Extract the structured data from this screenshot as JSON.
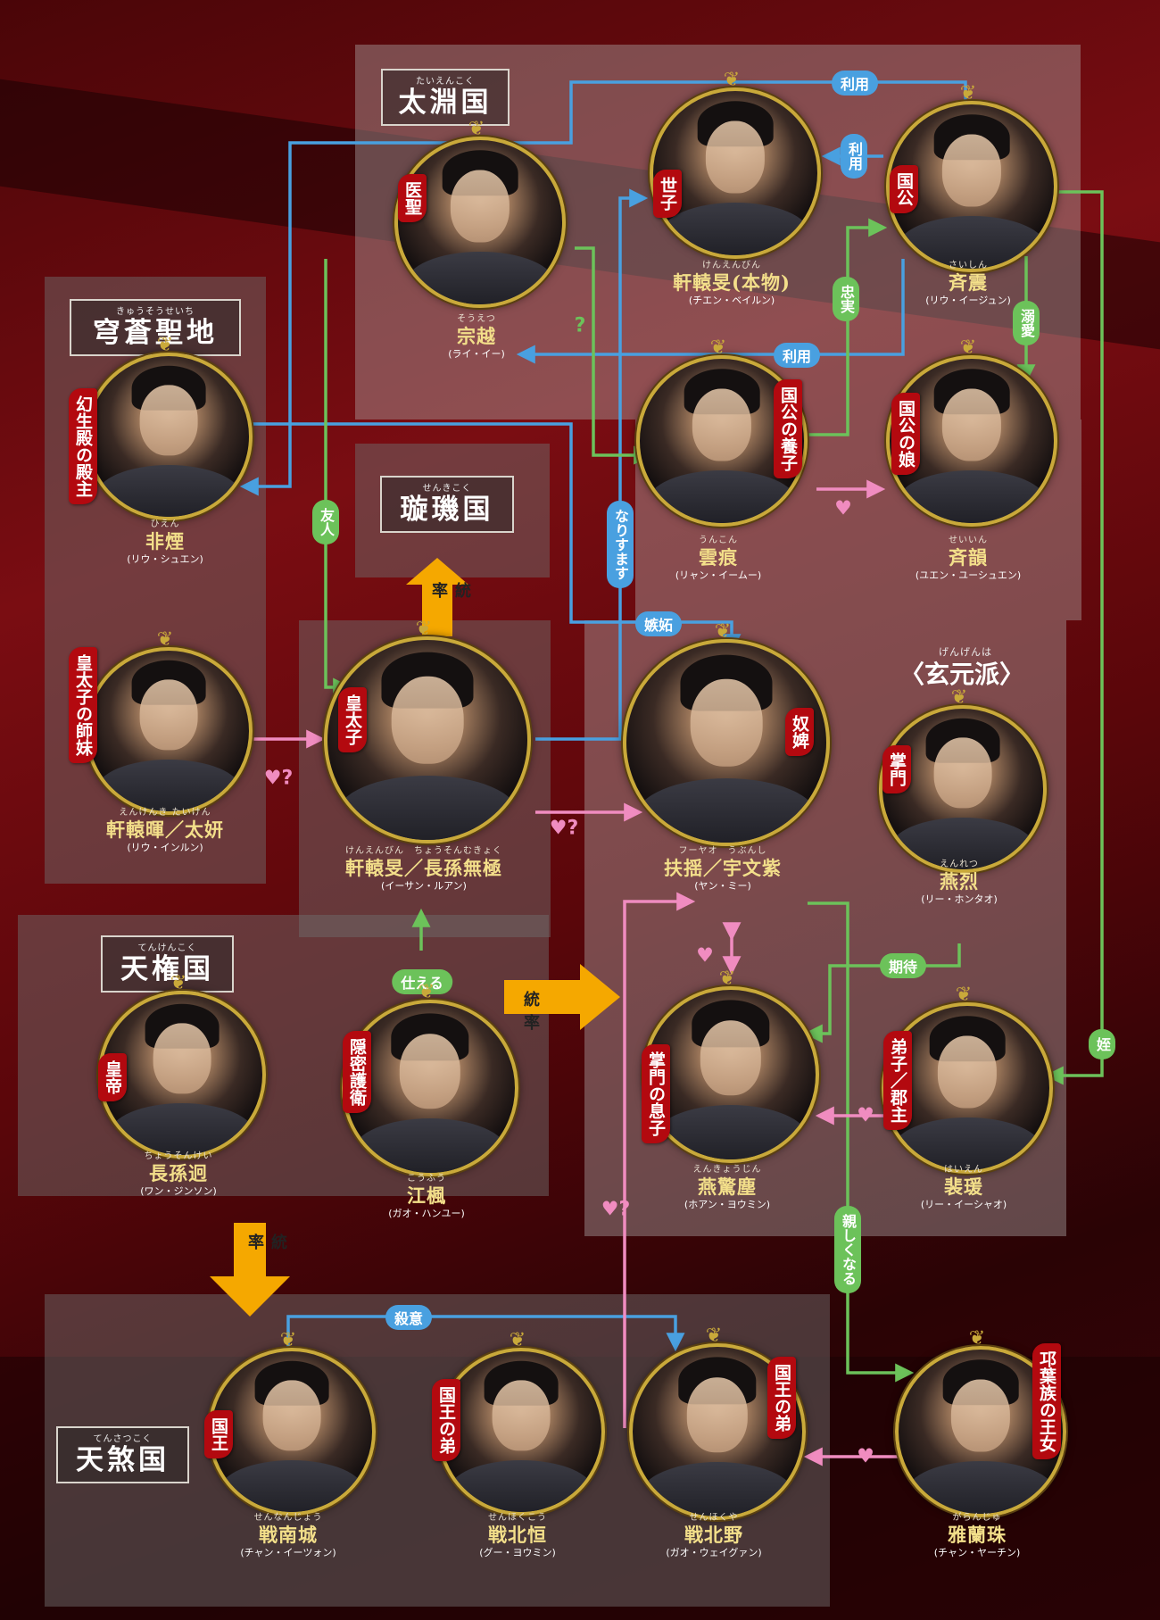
{
  "colors": {
    "blue": "#49a0e0",
    "green": "#6cc25a",
    "pink": "#f08cc0",
    "orange": "#f5a800",
    "tag_red": "#b3090f",
    "name_gold": "#f3df8a"
  },
  "kingdoms": [
    {
      "id": "taien",
      "ruby": "たいえんこく",
      "name": "太淵国"
    },
    {
      "id": "kyuso",
      "ruby": "きゅうそうせいち",
      "name": "穹蒼聖地"
    },
    {
      "id": "senki",
      "ruby": "せんきこく",
      "name": "璇璣国"
    },
    {
      "id": "tenken",
      "ruby": "てんけんこく",
      "name": "天権国"
    },
    {
      "id": "tensatsu",
      "ruby": "てんさつこく",
      "name": "天煞国"
    }
  ],
  "genmon": {
    "ruby": "げんげんは",
    "name": "〈玄元派〉"
  },
  "characters": [
    {
      "id": "soetsu",
      "role": "医聖",
      "ruby": "そうえつ",
      "name": "宗越",
      "actor": "(ライ・イー)"
    },
    {
      "id": "kenenbin_real",
      "role": "世子",
      "ruby": "けんえんびん",
      "name": "軒轅旻(本物)",
      "actor": "(チエン・ベイルン)"
    },
    {
      "id": "saishin",
      "role": "国公",
      "ruby": "さいしん",
      "name": "斉震",
      "actor": "(リウ・イージュン)"
    },
    {
      "id": "hien",
      "role": "幻生殿の殿主",
      "ruby": "ひえん",
      "name": "非煙",
      "actor": "(リウ・シュエン)"
    },
    {
      "id": "unkon",
      "role": "国公の養子",
      "ruby": "うんこん",
      "name": "雲痕",
      "actor": "(リャン・イームー)"
    },
    {
      "id": "saiin",
      "role": "国公の娘",
      "ruby": "せいいん",
      "name": "斉韻",
      "actor": "(ユエン・ユーシュエン)"
    },
    {
      "id": "kenenki",
      "role": "皇太子の師妹",
      "ruby": "えんけんき たいけん",
      "name": "軒轅暉／太妍",
      "actor": "(リウ・インルン)"
    },
    {
      "id": "kotaishi",
      "role": "皇太子",
      "ruby": "けんえんびん　ちょうそんむきょく",
      "name": "軒轅旻／長孫無極",
      "actor": "(イーサン・ルアン)"
    },
    {
      "id": "fuyao",
      "role": "奴婢",
      "ruby": "フーヤオ　うぶんし",
      "name": "扶揺／宇文紫",
      "actor": "(ヤン・ミー)"
    },
    {
      "id": "enretsu",
      "role": "掌門",
      "ruby": "えんれつ",
      "name": "燕烈",
      "actor": "(リー・ホンタオ)"
    },
    {
      "id": "chosonkei",
      "role": "皇帝",
      "ruby": "ちょうそんけい",
      "name": "長孫迥",
      "actor": "(ワン・ジンソン)"
    },
    {
      "id": "kofu",
      "role": "隠密護衛",
      "ruby": "こうふう",
      "name": "江楓",
      "actor": "(ガオ・ハンユー)"
    },
    {
      "id": "enkyojin",
      "role": "掌門の息子",
      "ruby": "えんきょうじん",
      "name": "燕驚塵",
      "actor": "(ホアン・ヨウミン)"
    },
    {
      "id": "haien",
      "role": "弟子／郡主",
      "ruby": "はいえん",
      "name": "裴瑗",
      "actor": "(リー・イーシャオ)"
    },
    {
      "id": "sennanjo",
      "role": "国王",
      "ruby": "せんなんじょう",
      "name": "戦南城",
      "actor": "(チャン・イーツォン)"
    },
    {
      "id": "senhokuko",
      "role": "国王の弟",
      "ruby": "せんほくこう",
      "name": "戦北恒",
      "actor": "(グー・ヨウミン)"
    },
    {
      "id": "senhokuya",
      "role": "国王の弟",
      "ruby": "せんほくや",
      "name": "戦北野",
      "actor": "(ガオ・ウェイグァン)"
    },
    {
      "id": "garanju",
      "role": "邛葉族の王女",
      "ruby": "がらんじゅ",
      "name": "雅蘭珠",
      "actor": "(チャン・ヤーチン)"
    }
  ],
  "relations": {
    "riyo1": "利用",
    "riyo2": "利用",
    "riyo3": "利用",
    "chujitsu": "忠実",
    "dekiai": "溺愛",
    "yujin": "友人",
    "narisumasu": "なりすます",
    "shitto": "嫉妬",
    "kitai": "期待",
    "mei": "姪",
    "chikashiku": "親しくなる",
    "satsui": "殺意",
    "tsukaeru": "仕える",
    "question": "?",
    "heart": "♥",
    "heart_q": "♥?"
  },
  "arrows": {
    "tosotsu": "統率"
  }
}
